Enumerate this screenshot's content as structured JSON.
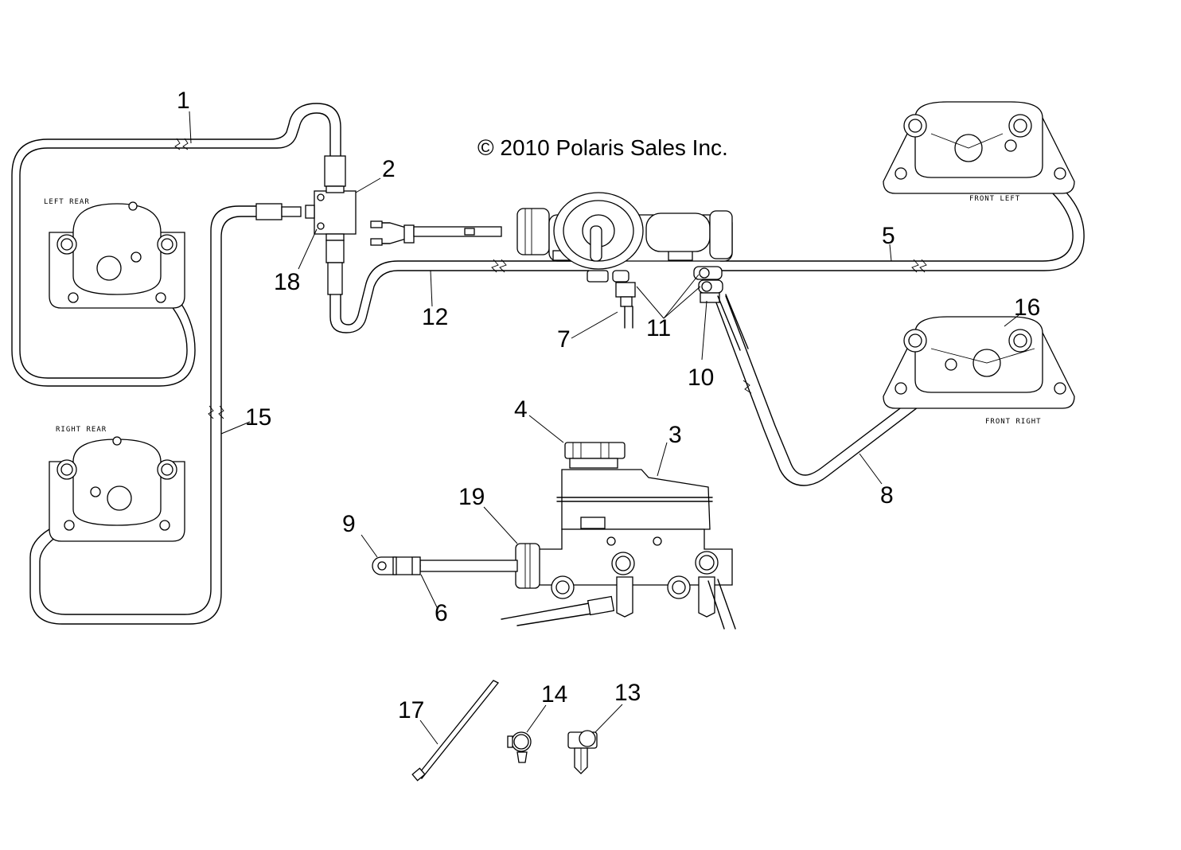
{
  "diagram": {
    "copyright": "© 2010 Polaris Sales Inc.",
    "caliper_labels": {
      "left_rear": "LEFT REAR",
      "right_rear": "RIGHT REAR",
      "front_left": "FRONT LEFT",
      "front_right": "FRONT RIGHT"
    },
    "callouts": {
      "c1": "1",
      "c2": "2",
      "c3": "3",
      "c4": "4",
      "c5": "5",
      "c6": "6",
      "c7": "7",
      "c8": "8",
      "c9": "9",
      "c10": "10",
      "c11": "11",
      "c12": "12",
      "c13": "13",
      "c14": "14",
      "c15": "15",
      "c16": "16",
      "c17": "17",
      "c18": "18",
      "c19": "19"
    },
    "colors": {
      "line": "#000000",
      "background": "#ffffff"
    }
  }
}
